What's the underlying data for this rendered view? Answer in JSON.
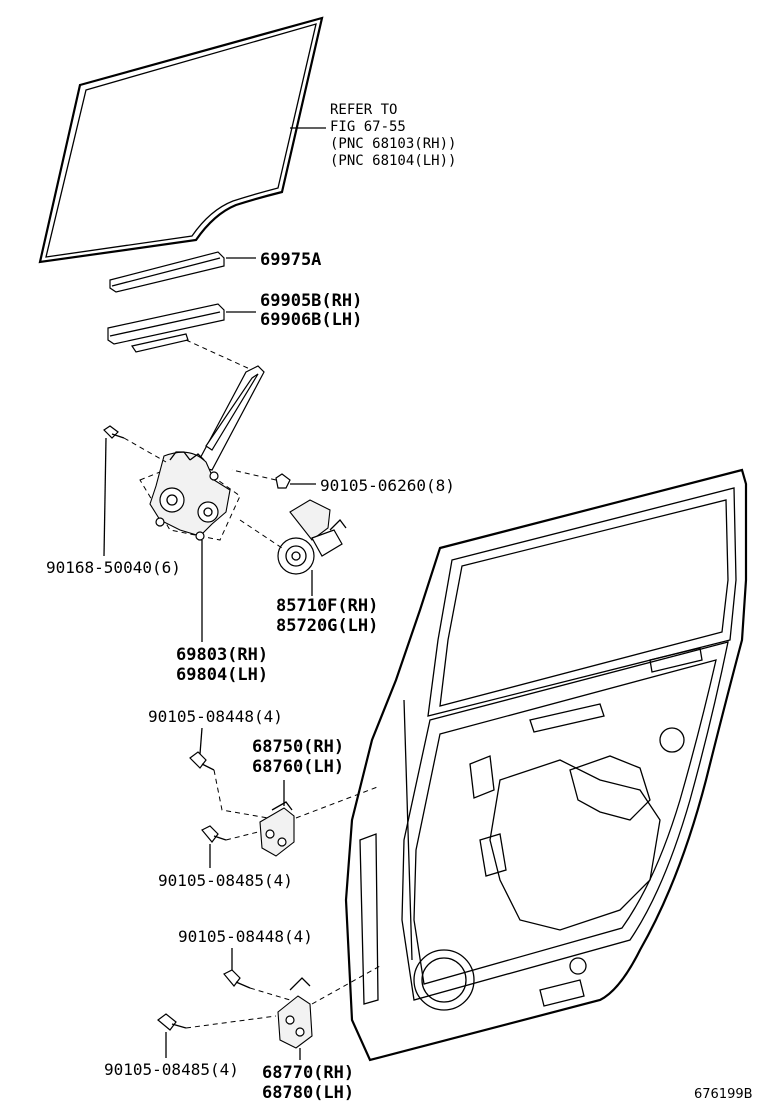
{
  "figure_id": "676199B",
  "reference_note": {
    "lines": [
      "REFER TO",
      "FIG 67-55",
      "(PNC 68103(RH))",
      "(PNC 68104(LH))"
    ]
  },
  "labels": {
    "run_channel": "69975A",
    "belt_rh": "69905B(RH)",
    "belt_lh": "69906B(LH)",
    "bolt_regulator": "90105-06260(8)",
    "bolt_upper": "90168-50040(6)",
    "motor_rh": "85710F(RH)",
    "motor_lh": "85720G(LH)",
    "regulator_rh": "69803(RH)",
    "regulator_lh": "69804(LH)",
    "bolt_hinge1_top": "90105-08448(4)",
    "hinge1_rh": "68750(RH)",
    "hinge1_lh": "68760(LH)",
    "bolt_hinge1_bottom": "90105-08485(4)",
    "bolt_hinge2_top": "90105-08448(4)",
    "bolt_hinge2_bottom": "90105-08485(4)",
    "hinge2_rh": "68770(RH)",
    "hinge2_lh": "68780(LH)"
  }
}
